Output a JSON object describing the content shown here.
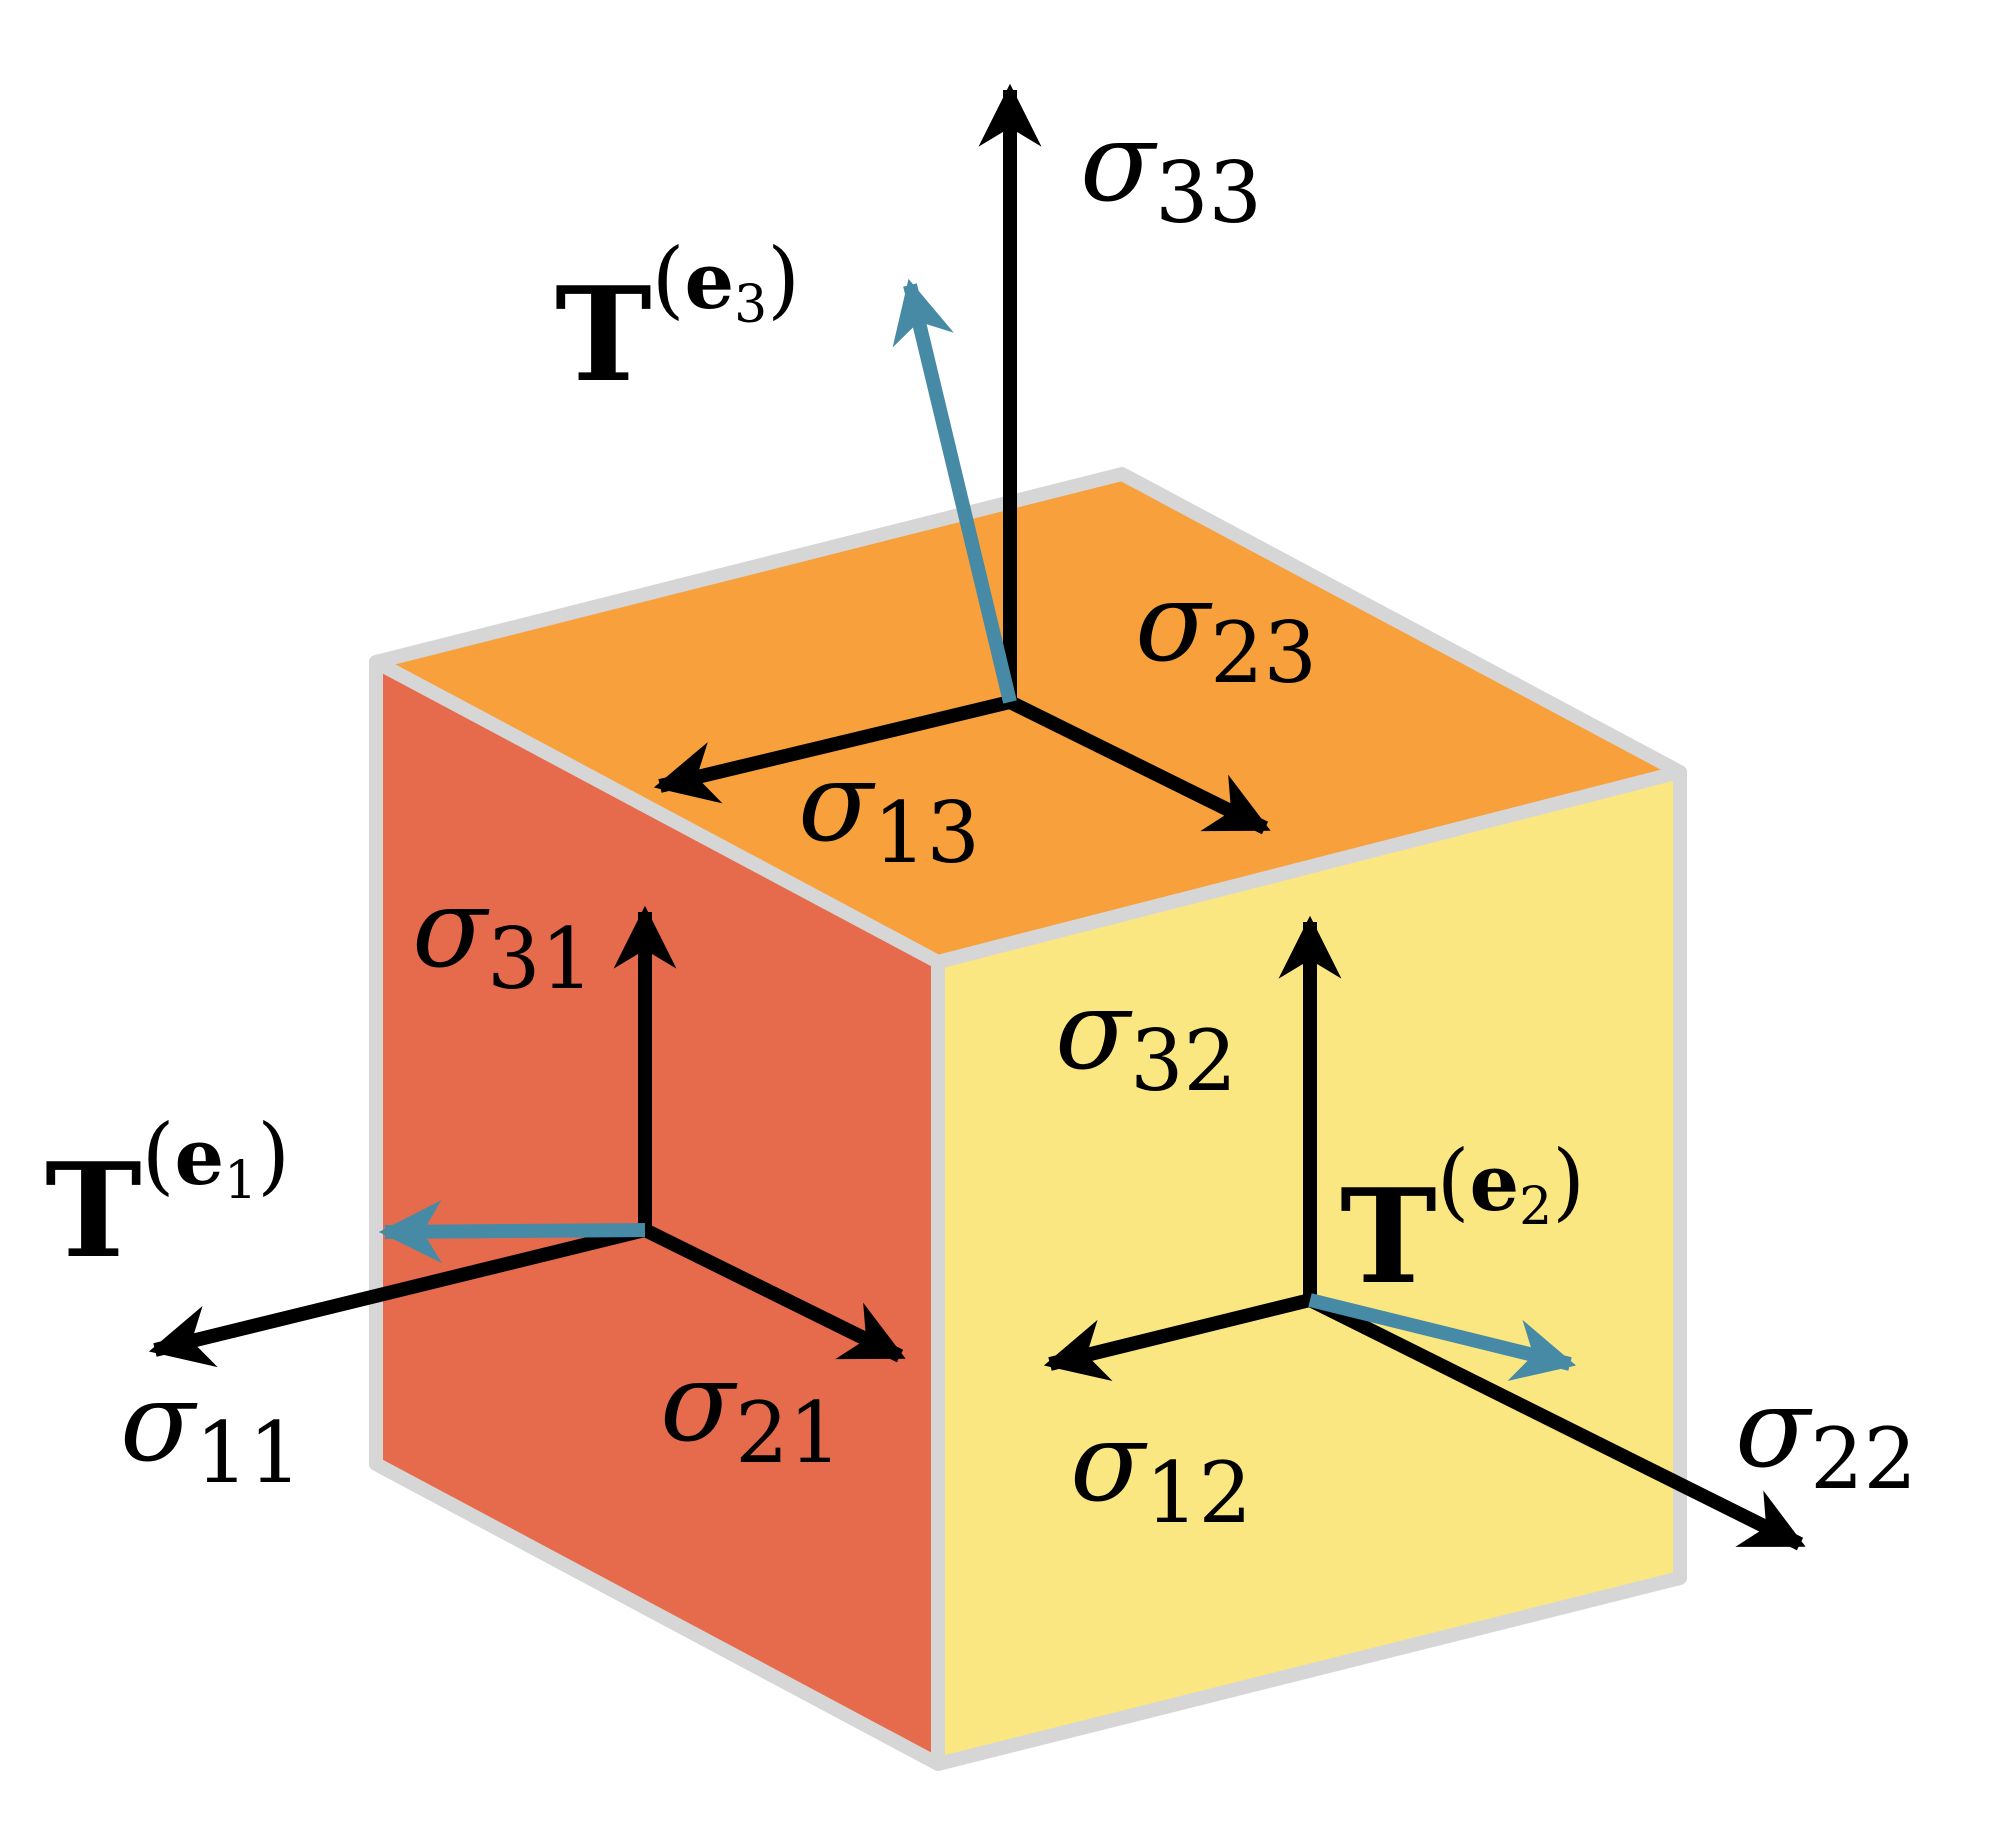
{
  "colors": {
    "top_face": "#F7A03C",
    "left_face": "#E66B4C",
    "right_face": "#FBE782",
    "edge": "#D6D6D6",
    "stress_arrow": "#000000",
    "traction_arrow": "#468AA5"
  },
  "labels": {
    "sigma": "σ",
    "traction_base": "T",
    "traction_paren_open": "(",
    "traction_paren_close": ")",
    "traction_vector": "e",
    "s11": "11",
    "s21": "21",
    "s31": "31",
    "s12": "12",
    "s22": "22",
    "s32": "32",
    "s13": "13",
    "s23": "23",
    "s33": "33",
    "t1": "1",
    "t2": "2",
    "t3": "3"
  }
}
